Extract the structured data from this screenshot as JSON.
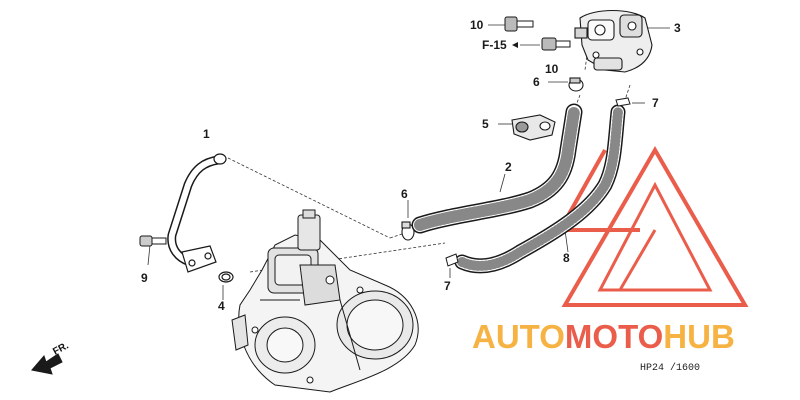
{
  "callouts": {
    "c1": "1",
    "c2": "2",
    "c3": "3",
    "c4": "4",
    "c5": "5",
    "c6a": "6",
    "c6b": "6",
    "c7a": "7",
    "c7b": "7",
    "c8": "8",
    "c9": "9",
    "c10a": "10",
    "c10b": "10",
    "ref": "F-15"
  },
  "direction_label": "FR.",
  "diagram_code": "HP24   /1600",
  "watermark": {
    "part1": "AUTO",
    "part2": "MOTO",
    "part3": "HUB",
    "color_orange": "#f5a623",
    "color_red": "#e8412c"
  },
  "colors": {
    "line": "#1a1a1a",
    "logo_triangle": "#e8412c"
  }
}
